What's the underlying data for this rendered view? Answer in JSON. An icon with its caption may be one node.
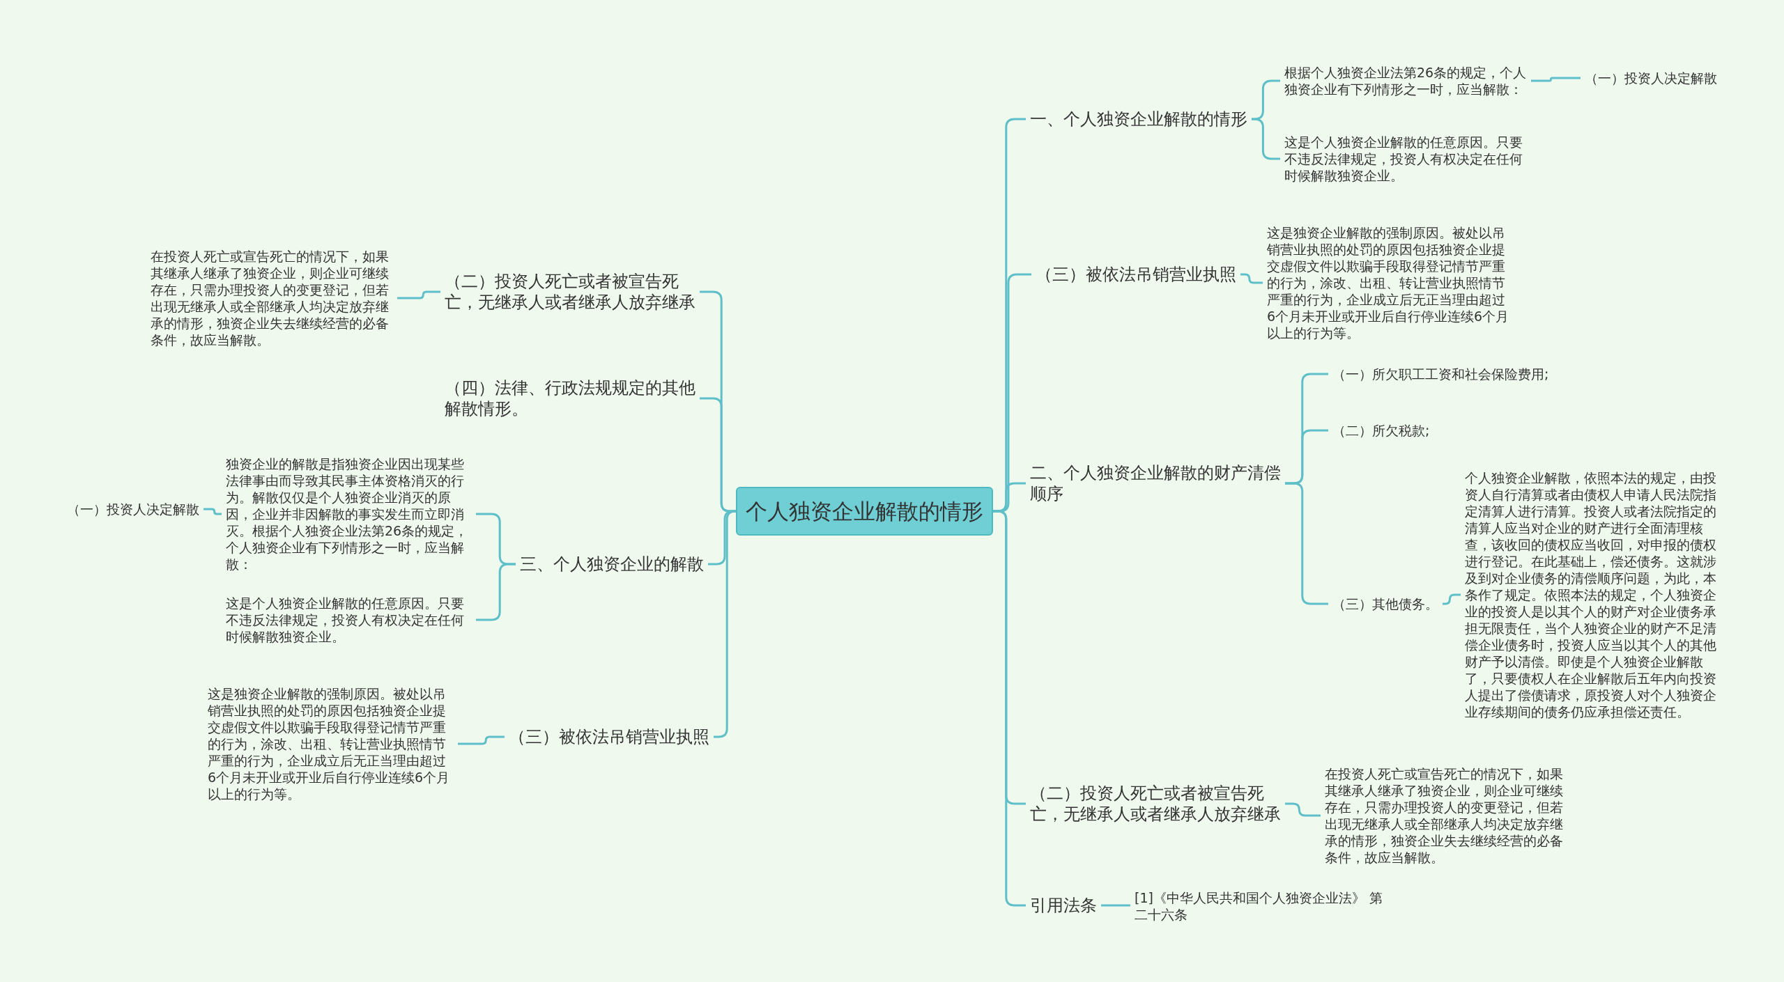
{
  "diagram": {
    "nodes": [
      {
        "text": [
          "个人独资企业解散的情形"
        ]
      },
      {
        "text": [
          "一、个人独资企业解散的情形"
        ]
      },
      {
        "text": [
          "根据个人独资企业法第26条的规定，个人独资企业有下列情形之一时，应当解散："
        ]
      },
      {
        "text": [
          "（一）投资人决定解散"
        ]
      },
      {
        "text": [
          "这是个人独资企业解散的任意原因。只要不违反法律规定，投资人有权决定在任何时候解散独资企业。"
        ]
      },
      {
        "text": [
          "（三）被依法吊销营业执照"
        ]
      },
      {
        "text": [
          "这是独资企业解散的强制原因。被处以吊销营业执照的处罚的原因包括独资企业提交虚假文件以欺骗手段取得登记情节严重的行为，涂改、出租、转让营业执照情节严重的行为，企业成立后无正当理由超过6个月未开业或开业后自行停业连续6个月以上的行为等。"
        ]
      },
      {
        "text": [
          "二、个人独资企业解散的财产清偿顺序"
        ]
      },
      {
        "text": [
          "（一）所欠职工工资和社会保险费用;"
        ]
      },
      {
        "text": [
          "（二）所欠税款;"
        ]
      },
      {
        "text": [
          "（三）其他债务。"
        ]
      },
      {
        "text": [
          "个人独资企业解散，依照本法的规定，由投资人自行清算或者由债权人申请人民法院指定清算人进行清算。投资人或者法院指定的清算人应当对企业的财产进行全面清理核查，该收回的债权应当收回，对申报的债权进行登记。在此基础上，偿还债务。这就涉及到对企业债务的清偿顺序问题，为此，本条作了规定。依照本法的规定，个人独资企业的投资人是以其个人的财产对企业债务承担无限责任，当个人独资企业的财产不足清偿企业债务时，投资人应当以其个人的其他财产予以清偿。即使是个人独资企业解散了，只要债权人在企业解散后五年内向投资人提出了偿债请求，原投资人对个人独资企业存续期间的债务仍应承担偿还责任。"
        ]
      },
      {
        "text": [
          "（二）投资人死亡或者被宣告死亡，无继承人或者继承人放弃继承"
        ]
      },
      {
        "text": [
          "在投资人死亡或宣告死亡的情况下，如果其继承人继承了独资企业，则企业可继续存在，只需办理投资人的变更登记，但若出现无继承人或全部继承人均决定放弃继承的情形，独资企业失去继续经营的必备条件，故应当解散。"
        ]
      },
      {
        "text": [
          "引用法条"
        ]
      },
      {
        "text": [
          "[1]《中华人民共和国个人独资企业法》 第二十六条"
        ]
      },
      {
        "text": [
          "（二）投资人死亡或者被宣告死亡，无继承人或者继承人放弃继承"
        ]
      },
      {
        "text": [
          "在投资人死亡或宣告死亡的情况下，如果其继承人继承了独资企业，则企业可继续存在，只需办理投资人的变更登记，但若出现无继承人或全部继承人均决定放弃继承的情形，独资企业失去继续经营的必备条件，故应当解散。"
        ]
      },
      {
        "text": [
          "（四）法律、行政法规规定的其他解散情形。"
        ]
      },
      {
        "text": [
          "三、个人独资企业的解散"
        ]
      },
      {
        "text": [
          "独资企业的解散是指独资企业因出现某些法律事由而导致其民事主体资格消灭的行为。解散仅仅是个人独资企业消灭的原因，企业并非因解散的事实发生而立即消灭。根据个人独资企业法第26条的规定，个人独资企业有下列情形之一时，应当解散："
        ]
      },
      {
        "text": [
          "（一）投资人决定解散"
        ]
      },
      {
        "text": [
          "这是个人独资企业解散的任意原因。只要不违反法律规定，投资人有权决定在任何时候解散独资企业。"
        ]
      },
      {
        "text": [
          "（三）被依法吊销营业执照"
        ]
      },
      {
        "text": [
          "这是独资企业解散的强制原因。被处以吊销营业执照的处罚的原因包括独资企业提交虚假文件以欺骗手段取得登记情节严重的行为，涂改、出租、转让营业执照情节严重的行为，企业成立后无正当理由超过6个月未开业或开业后自行停业连续6个月以上的行为等。"
        ]
      }
    ],
    "edges": [
      {
        "from": 0,
        "to": 1,
        "arrow": "none"
      },
      {
        "from": 0,
        "to": 5,
        "arrow": "none"
      },
      {
        "from": 0,
        "to": 7,
        "arrow": "none"
      },
      {
        "from": 0,
        "to": 12,
        "arrow": "none"
      },
      {
        "from": 0,
        "to": 14,
        "arrow": "none"
      },
      {
        "from": 1,
        "to": 2,
        "arrow": "none"
      },
      {
        "from": 2,
        "to": 3,
        "arrow": "none"
      },
      {
        "from": 1,
        "to": 4,
        "arrow": "none"
      },
      {
        "from": 5,
        "to": 6,
        "arrow": "none"
      },
      {
        "from": 7,
        "to": 8,
        "arrow": "none"
      },
      {
        "from": 7,
        "to": 9,
        "arrow": "none"
      },
      {
        "from": 7,
        "to": 10,
        "arrow": "none"
      },
      {
        "from": 10,
        "to": 11,
        "arrow": "none"
      },
      {
        "from": 12,
        "to": 13,
        "arrow": "none"
      },
      {
        "from": 14,
        "to": 15,
        "arrow": "none"
      },
      {
        "from": 0,
        "to": 16,
        "arrow": "none"
      },
      {
        "from": 0,
        "to": 18,
        "arrow": "none"
      },
      {
        "from": 0,
        "to": 19,
        "arrow": "none"
      },
      {
        "from": 0,
        "to": 23,
        "arrow": "none"
      },
      {
        "from": 16,
        "to": 17,
        "arrow": "none"
      },
      {
        "from": 19,
        "to": 20,
        "arrow": "none"
      },
      {
        "from": 20,
        "to": 21,
        "arrow": "none"
      },
      {
        "from": 19,
        "to": 22,
        "arrow": "none"
      },
      {
        "from": 23,
        "to": 24,
        "arrow": "none"
      }
    ]
  }
}
